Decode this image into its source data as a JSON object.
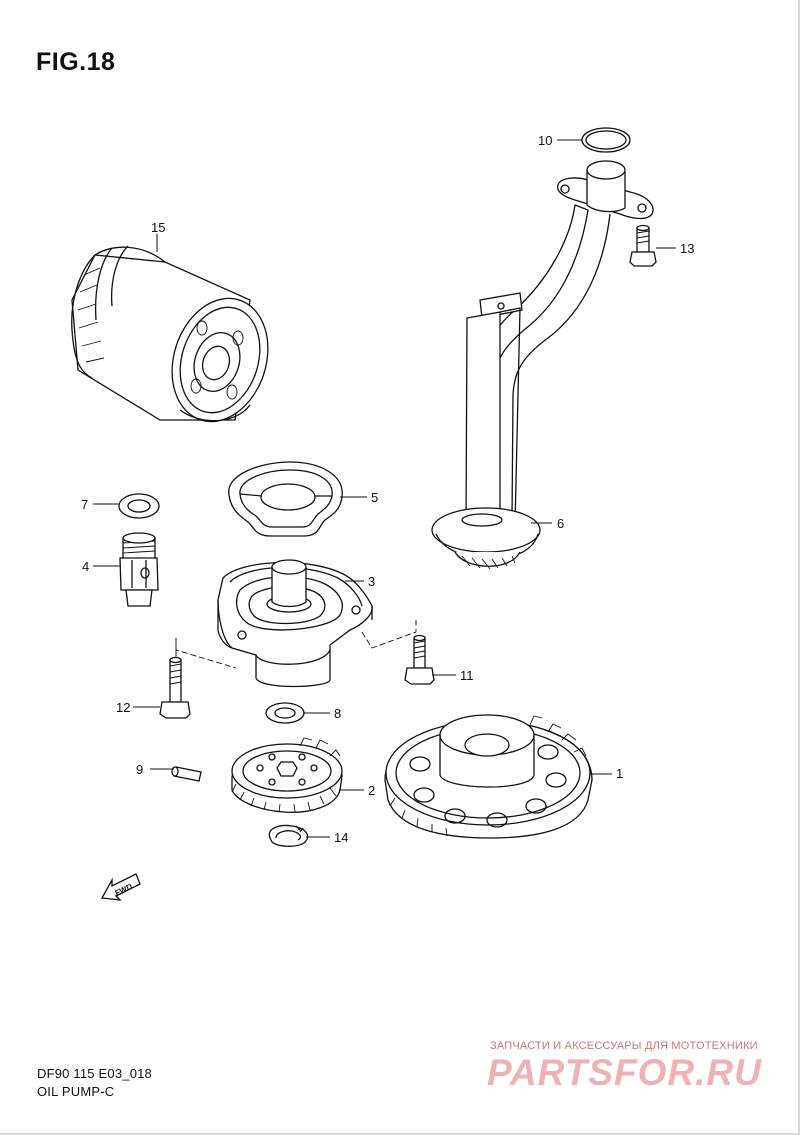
{
  "figure": {
    "title": "FIG.18"
  },
  "document": {
    "code": "DF90 115 E03_018",
    "name": "OIL PUMP-C"
  },
  "watermark": {
    "tagline": "ЗАПЧАСТИ И АКСЕССУАРЫ ДЛЯ МОТОТЕХНИКИ",
    "logo": "PARTSFOR.RU"
  },
  "fwd_arrow": {
    "label": "FWD"
  },
  "parts": [
    {
      "no": "1",
      "item": "rotor-gear"
    },
    {
      "no": "2",
      "item": "oil-pump-gear"
    },
    {
      "no": "3",
      "item": "oil-pump-case"
    },
    {
      "no": "4",
      "item": "union"
    },
    {
      "no": "5",
      "item": "gasket"
    },
    {
      "no": "6",
      "item": "oil-strainer-pipe"
    },
    {
      "no": "7",
      "item": "washer"
    },
    {
      "no": "8",
      "item": "washer"
    },
    {
      "no": "9",
      "item": "pin"
    },
    {
      "no": "10",
      "item": "o-ring"
    },
    {
      "no": "11",
      "item": "bolt"
    },
    {
      "no": "12",
      "item": "bolt"
    },
    {
      "no": "13",
      "item": "bolt"
    },
    {
      "no": "14",
      "item": "circlip"
    },
    {
      "no": "15",
      "item": "oil-filter"
    }
  ],
  "colors": {
    "line": "#111111",
    "watermark_text": "#c97a7a",
    "watermark_logo": "#efb2b2"
  }
}
